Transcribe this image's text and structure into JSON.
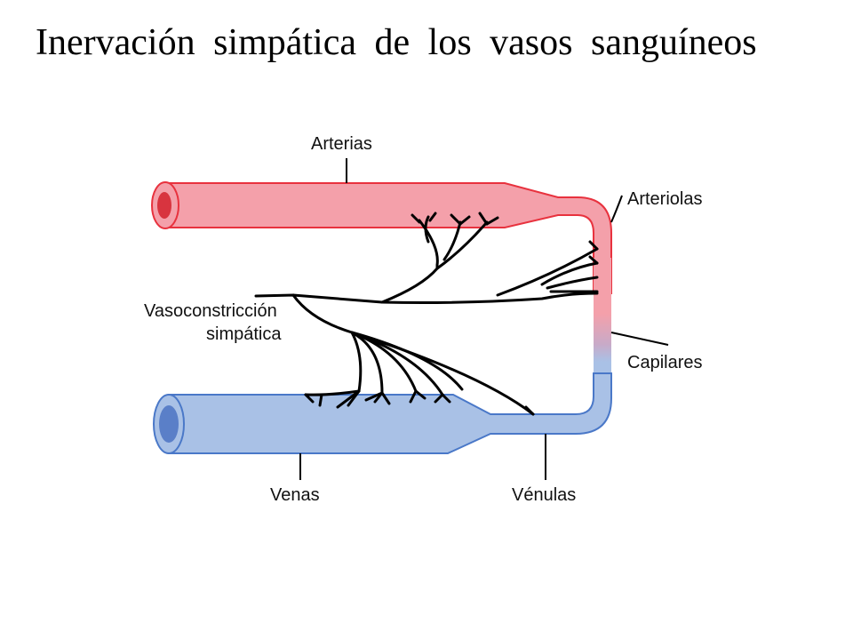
{
  "slide": {
    "title": "Inervación simpática de los vasos sanguíneos"
  },
  "diagram": {
    "labels": {
      "arteries": "Arterias",
      "arterioles": "Arteriolas",
      "capillaries": "Capilares",
      "veins": "Venas",
      "venules": "Vénulas",
      "vasoconstriction_line1": "Vasoconstricción",
      "vasoconstriction_line2": "simpática"
    },
    "colors": {
      "artery_fill": "#f4a0aa",
      "artery_edge": "#e8323e",
      "artery_lumen": "#d8343f",
      "vein_fill": "#a9c1e6",
      "vein_edge": "#4a78c8",
      "vein_lumen": "#5a7fc8",
      "nerve": "#000000"
    }
  }
}
